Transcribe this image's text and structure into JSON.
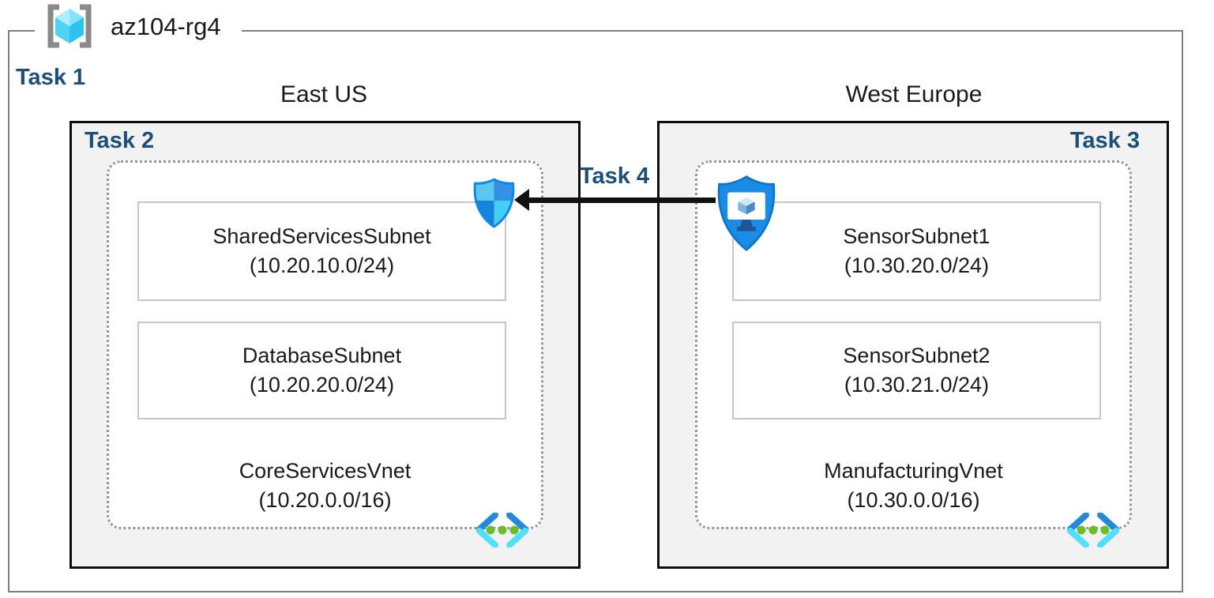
{
  "resource_group": {
    "name": "az104-rg4"
  },
  "tasks": {
    "t1": "Task 1",
    "t2": "Task 2",
    "t3": "Task 3",
    "t4": "Task 4"
  },
  "regions": {
    "east": {
      "title": "East US",
      "vnet_name": "CoreServicesVnet",
      "vnet_cidr": "(10.20.0.0/16)",
      "subnet1_name": "SharedServicesSubnet",
      "subnet1_cidr": "(10.20.10.0/24)",
      "subnet2_name": "DatabaseSubnet",
      "subnet2_cidr": "(10.20.20.0/24)"
    },
    "west": {
      "title": "West Europe",
      "vnet_name": "ManufacturingVnet",
      "vnet_cidr": "(10.30.0.0/16)",
      "subnet1_name": "SensorSubnet1",
      "subnet1_cidr": "(10.30.20.0/24)",
      "subnet2_name": "SensorSubnet2",
      "subnet2_cidr": "(10.30.21.0/24)"
    }
  },
  "icons": {
    "resource_group": "resource-group-brackets-cube",
    "nsg": "network-security-group-shield",
    "vm_security": "shield-with-vm-monitor",
    "vnet": "virtual-network-chevrons"
  },
  "colors": {
    "task_label": "#1B4E79",
    "frame_border": "#7F7F7F",
    "task_box_fill": "#F2F2F2",
    "task_box_border": "#0D0D0D",
    "dotted_border": "#969696",
    "subnet_border": "#C6C6C6",
    "arrow": "#111111",
    "azure_blue": "#2488DB",
    "azure_cyan": "#50E6FF",
    "green_dot": "#6CBE28"
  }
}
